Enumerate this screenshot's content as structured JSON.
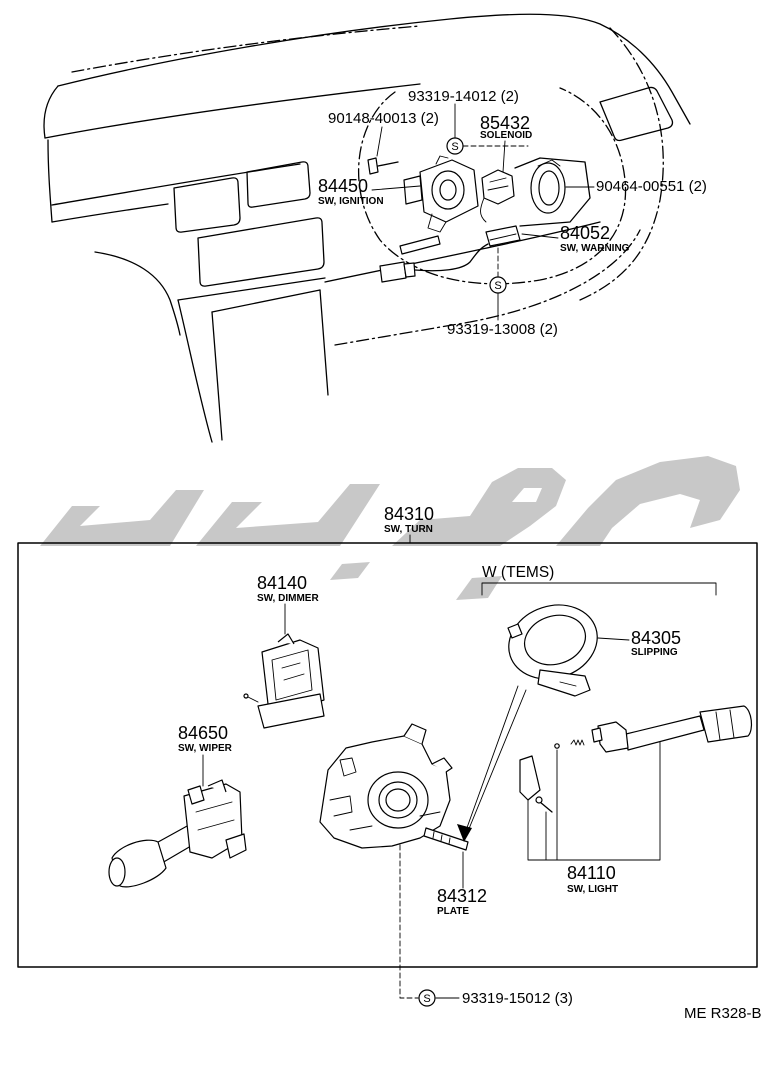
{
  "labels": {
    "bolt_93319_14012": "93319-14012 (2)",
    "screw_90148_40013": "90148-40013 (2)",
    "solenoid": {
      "part_no": "85432",
      "name": "SOLENOID"
    },
    "ignition_switch": {
      "part_no": "84450",
      "name": "SW, IGNITION"
    },
    "part_90464_00551": "90464-00551 (2)",
    "warning_switch": {
      "part_no": "84052",
      "name": "SW, WARNING"
    },
    "bolt_93319_13008": "93319-13008 (2)",
    "turn_switch": {
      "part_no": "84310",
      "name": "SW, TURN"
    },
    "tems_variant": "W (TEMS)",
    "dimmer_switch": {
      "part_no": "84140",
      "name": "SW, DIMMER"
    },
    "slipping": {
      "part_no": "84305",
      "name": "SLIPPING"
    },
    "wiper_switch": {
      "part_no": "84650",
      "name": "SW, WIPER"
    },
    "light_switch": {
      "part_no": "84110",
      "name": "SW, LIGHT"
    },
    "plate": {
      "part_no": "84312",
      "name": "PLATE"
    },
    "bolt_93319_15012": "93319-15012 (3)"
  },
  "standard_part_marker": "S",
  "figure_code": "ME R328-B",
  "colors": {
    "line": "#000000",
    "watermark": "#c8c8c8",
    "background": "#ffffff"
  }
}
